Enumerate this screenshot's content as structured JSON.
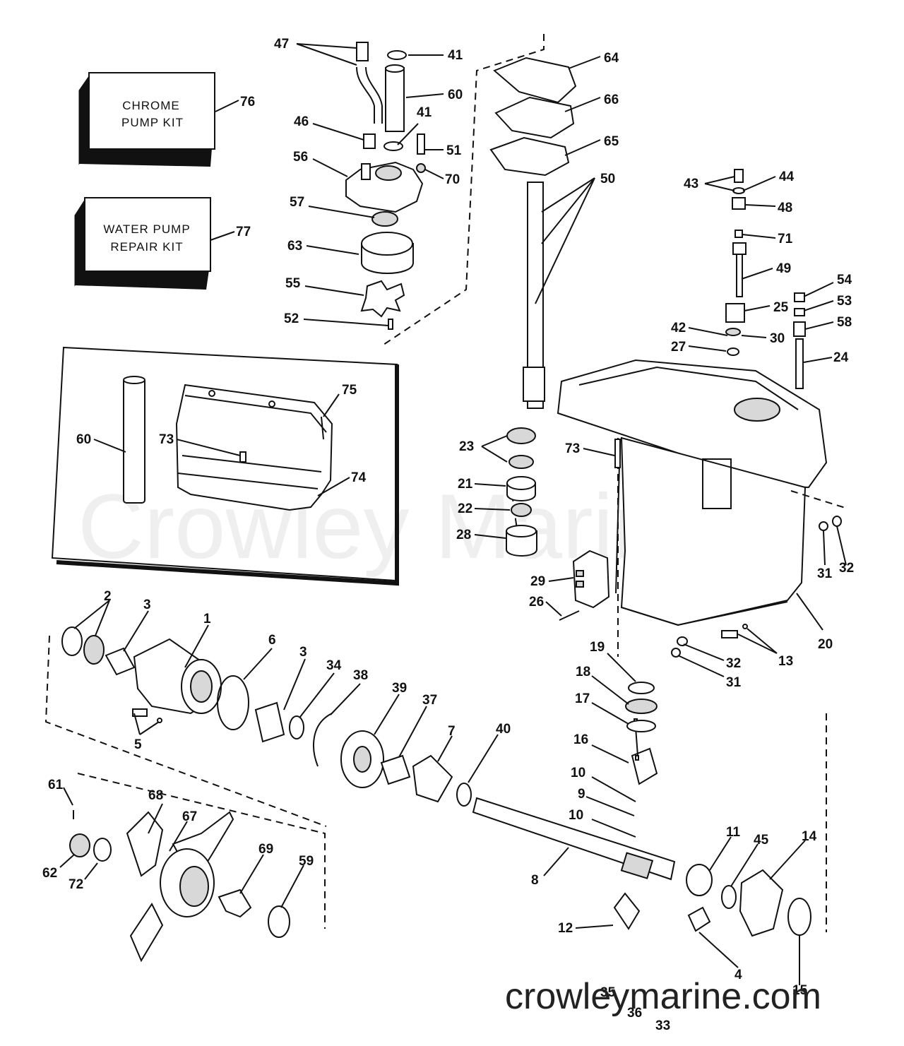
{
  "kits": {
    "chrome_pump": {
      "line1": "CHROME",
      "line2": "PUMP KIT",
      "ref": "76"
    },
    "water_pump": {
      "line1": "WATER PUMP",
      "line2": "REPAIR KIT",
      "ref": "77"
    }
  },
  "watermark": {
    "large": "Crowley Marine",
    "url": "crowleymarine.com"
  },
  "callouts": [
    "47",
    "41",
    "60",
    "41",
    "46",
    "51",
    "56",
    "70",
    "57",
    "63",
    "55",
    "52",
    "64",
    "66",
    "65",
    "50",
    "43",
    "44",
    "48",
    "71",
    "49",
    "54",
    "53",
    "25",
    "58",
    "42",
    "30",
    "27",
    "24",
    "60",
    "73",
    "75",
    "74",
    "23",
    "21",
    "22",
    "28",
    "73",
    "31",
    "32",
    "29",
    "26",
    "20",
    "2",
    "3",
    "1",
    "6",
    "3",
    "34",
    "38",
    "39",
    "37",
    "7",
    "40",
    "5",
    "19",
    "18",
    "17",
    "16",
    "10",
    "9",
    "10",
    "32",
    "31",
    "13",
    "61",
    "68",
    "67",
    "62",
    "72",
    "69",
    "59",
    "8",
    "11",
    "45",
    "14",
    "12",
    "4",
    "15",
    "35",
    "36",
    "33"
  ]
}
